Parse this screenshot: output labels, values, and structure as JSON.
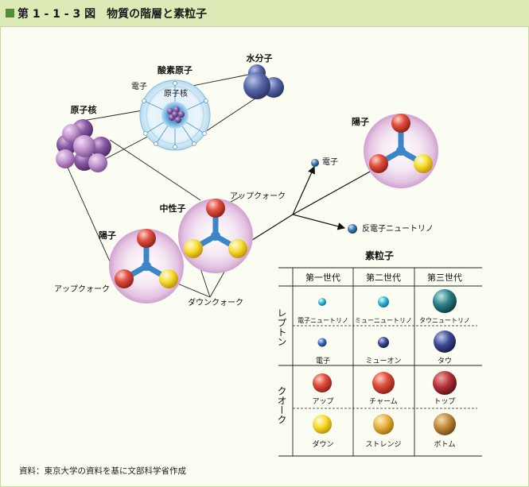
{
  "header": {
    "title": "第 1 - 1 - 3 図　物質の階層と素粒子"
  },
  "labels": {
    "water_molecule": "水分子",
    "oxygen_atom": "酸素原子",
    "electron_atom": "電子",
    "nucleus_inner": "原子核",
    "nucleus": "原子核",
    "proton_left": "陽子",
    "proton_right": "陽子",
    "neutron": "中性子",
    "up_quark_1": "アップクォーク",
    "up_quark_2": "アップクォーク",
    "down_quark": "ダウンクォーク",
    "decay_electron": "電子",
    "antineutrino": "反電子ニュートリノ"
  },
  "table": {
    "title": "素粒子",
    "columns": [
      "第一世代",
      "第二世代",
      "第三世代"
    ],
    "row_groups": [
      "レプトン",
      "クオーク"
    ],
    "rows": [
      [
        "電子ニュートリノ",
        "ミューニュートリノ",
        "タウニュートリノ"
      ],
      [
        "電子",
        "ミューオン",
        "タウ"
      ],
      [
        "アップ",
        "チャーム",
        "トップ"
      ],
      [
        "ダウン",
        "ストレンジ",
        "ボトム"
      ]
    ]
  },
  "source": "資料：東京大学の資料を基に文部科学省作成",
  "colors": {
    "header_bg": "#dcebb6",
    "up_quark": "#d84a3c",
    "down_quark": "#f1d320",
    "hadron_glow": "#ddb8dc",
    "nucleon_purple": "#7a4a92",
    "water_blue": "#4a5a96",
    "neutrino": "#35b6da",
    "tau": "#1f6a70"
  }
}
